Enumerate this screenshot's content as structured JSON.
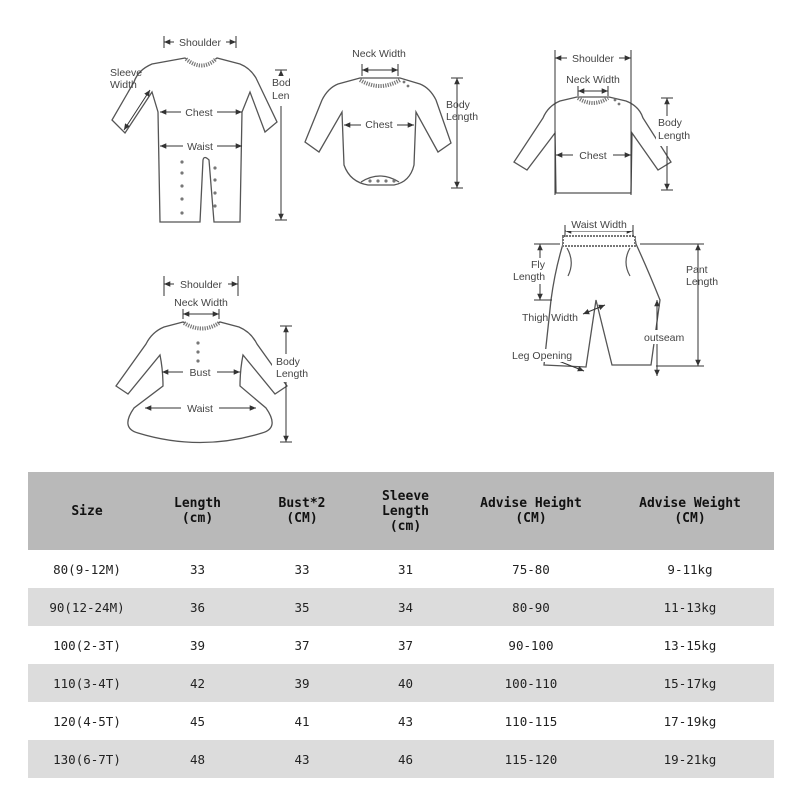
{
  "diagrams": {
    "romper": {
      "shoulder": "Shoulder",
      "sleeve_width_1": "Sleeve",
      "sleeve_width_2": "Width",
      "chest": "Chest",
      "waist": "Waist",
      "body_length_1": "Body",
      "body_length_2": "Length"
    },
    "bodysuit": {
      "neck_width": "Neck Width",
      "chest": "Chest",
      "body_length_1": "Body",
      "body_length_2": "Length"
    },
    "top": {
      "shoulder": "Shoulder",
      "neck_width": "Neck Width",
      "chest": "Chest",
      "body_length_1": "Body",
      "body_length_2": "Length"
    },
    "pants": {
      "waist_width": "Waist Width",
      "fly_length_1": "Fly",
      "fly_length_2": "Length",
      "pant_length_1": "Pant",
      "pant_length_2": "Length",
      "thigh_width": "Thigh Width",
      "outseam": "outseam",
      "leg_opening": "Leg Opening"
    },
    "dress": {
      "shoulder": "Shoulder",
      "neck_width": "Neck Width",
      "bust": "Bust",
      "waist": "Waist",
      "body_length_1": "Body",
      "body_length_2": "Length"
    }
  },
  "table": {
    "headers": [
      [
        "Size"
      ],
      [
        "Length",
        "(cm)"
      ],
      [
        "Bust*2",
        "(CM)"
      ],
      [
        "Sleeve",
        "Length",
        "(cm)"
      ],
      [
        "Advise Height",
        "(CM)"
      ],
      [
        "Advise Weight",
        "(CM)"
      ]
    ],
    "rows": [
      [
        "80(9-12M)",
        "33",
        "33",
        "31",
        "75-80",
        "9-11kg"
      ],
      [
        "90(12-24M)",
        "36",
        "35",
        "34",
        "80-90",
        "11-13kg"
      ],
      [
        "100(2-3T)",
        "39",
        "37",
        "37",
        "90-100",
        "13-15kg"
      ],
      [
        "110(3-4T)",
        "42",
        "39",
        "40",
        "100-110",
        "15-17kg"
      ],
      [
        "120(4-5T)",
        "45",
        "41",
        "43",
        "110-115",
        "17-19kg"
      ],
      [
        "130(6-7T)",
        "48",
        "43",
        "46",
        "115-120",
        "19-21kg"
      ]
    ]
  }
}
